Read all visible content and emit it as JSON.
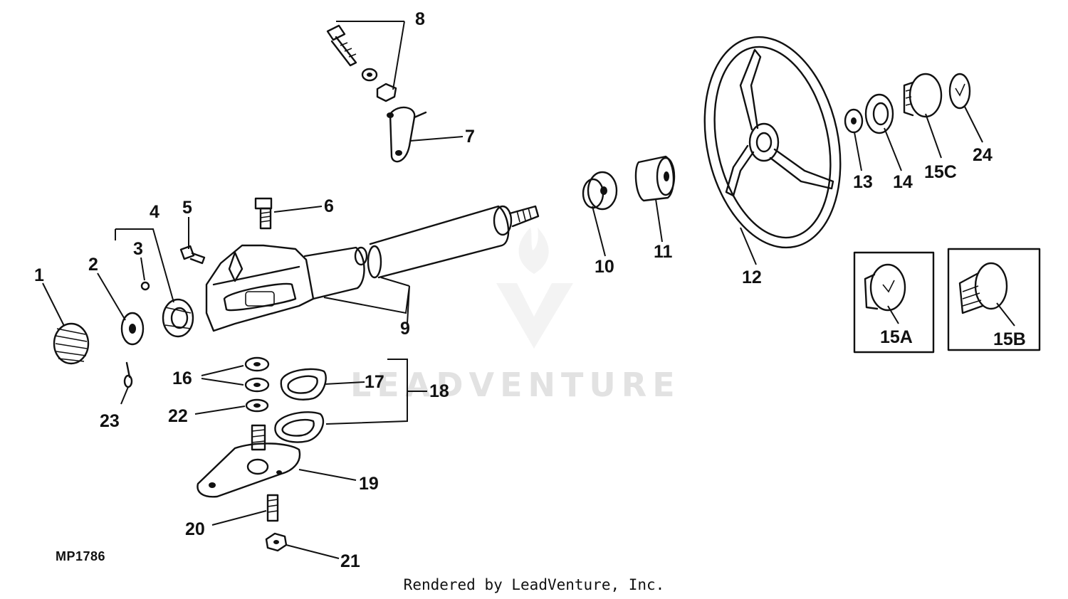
{
  "diagram": {
    "code": "MP1786",
    "footer": "Rendered by LeadVenture, Inc.",
    "watermark": "LEADVENTURE",
    "callouts": [
      "1",
      "2",
      "3",
      "4",
      "5",
      "6",
      "7",
      "8",
      "9",
      "10",
      "11",
      "12",
      "13",
      "14",
      "15A",
      "15B",
      "15C",
      "16",
      "17",
      "18",
      "19",
      "20",
      "21",
      "22",
      "23",
      "24"
    ]
  }
}
